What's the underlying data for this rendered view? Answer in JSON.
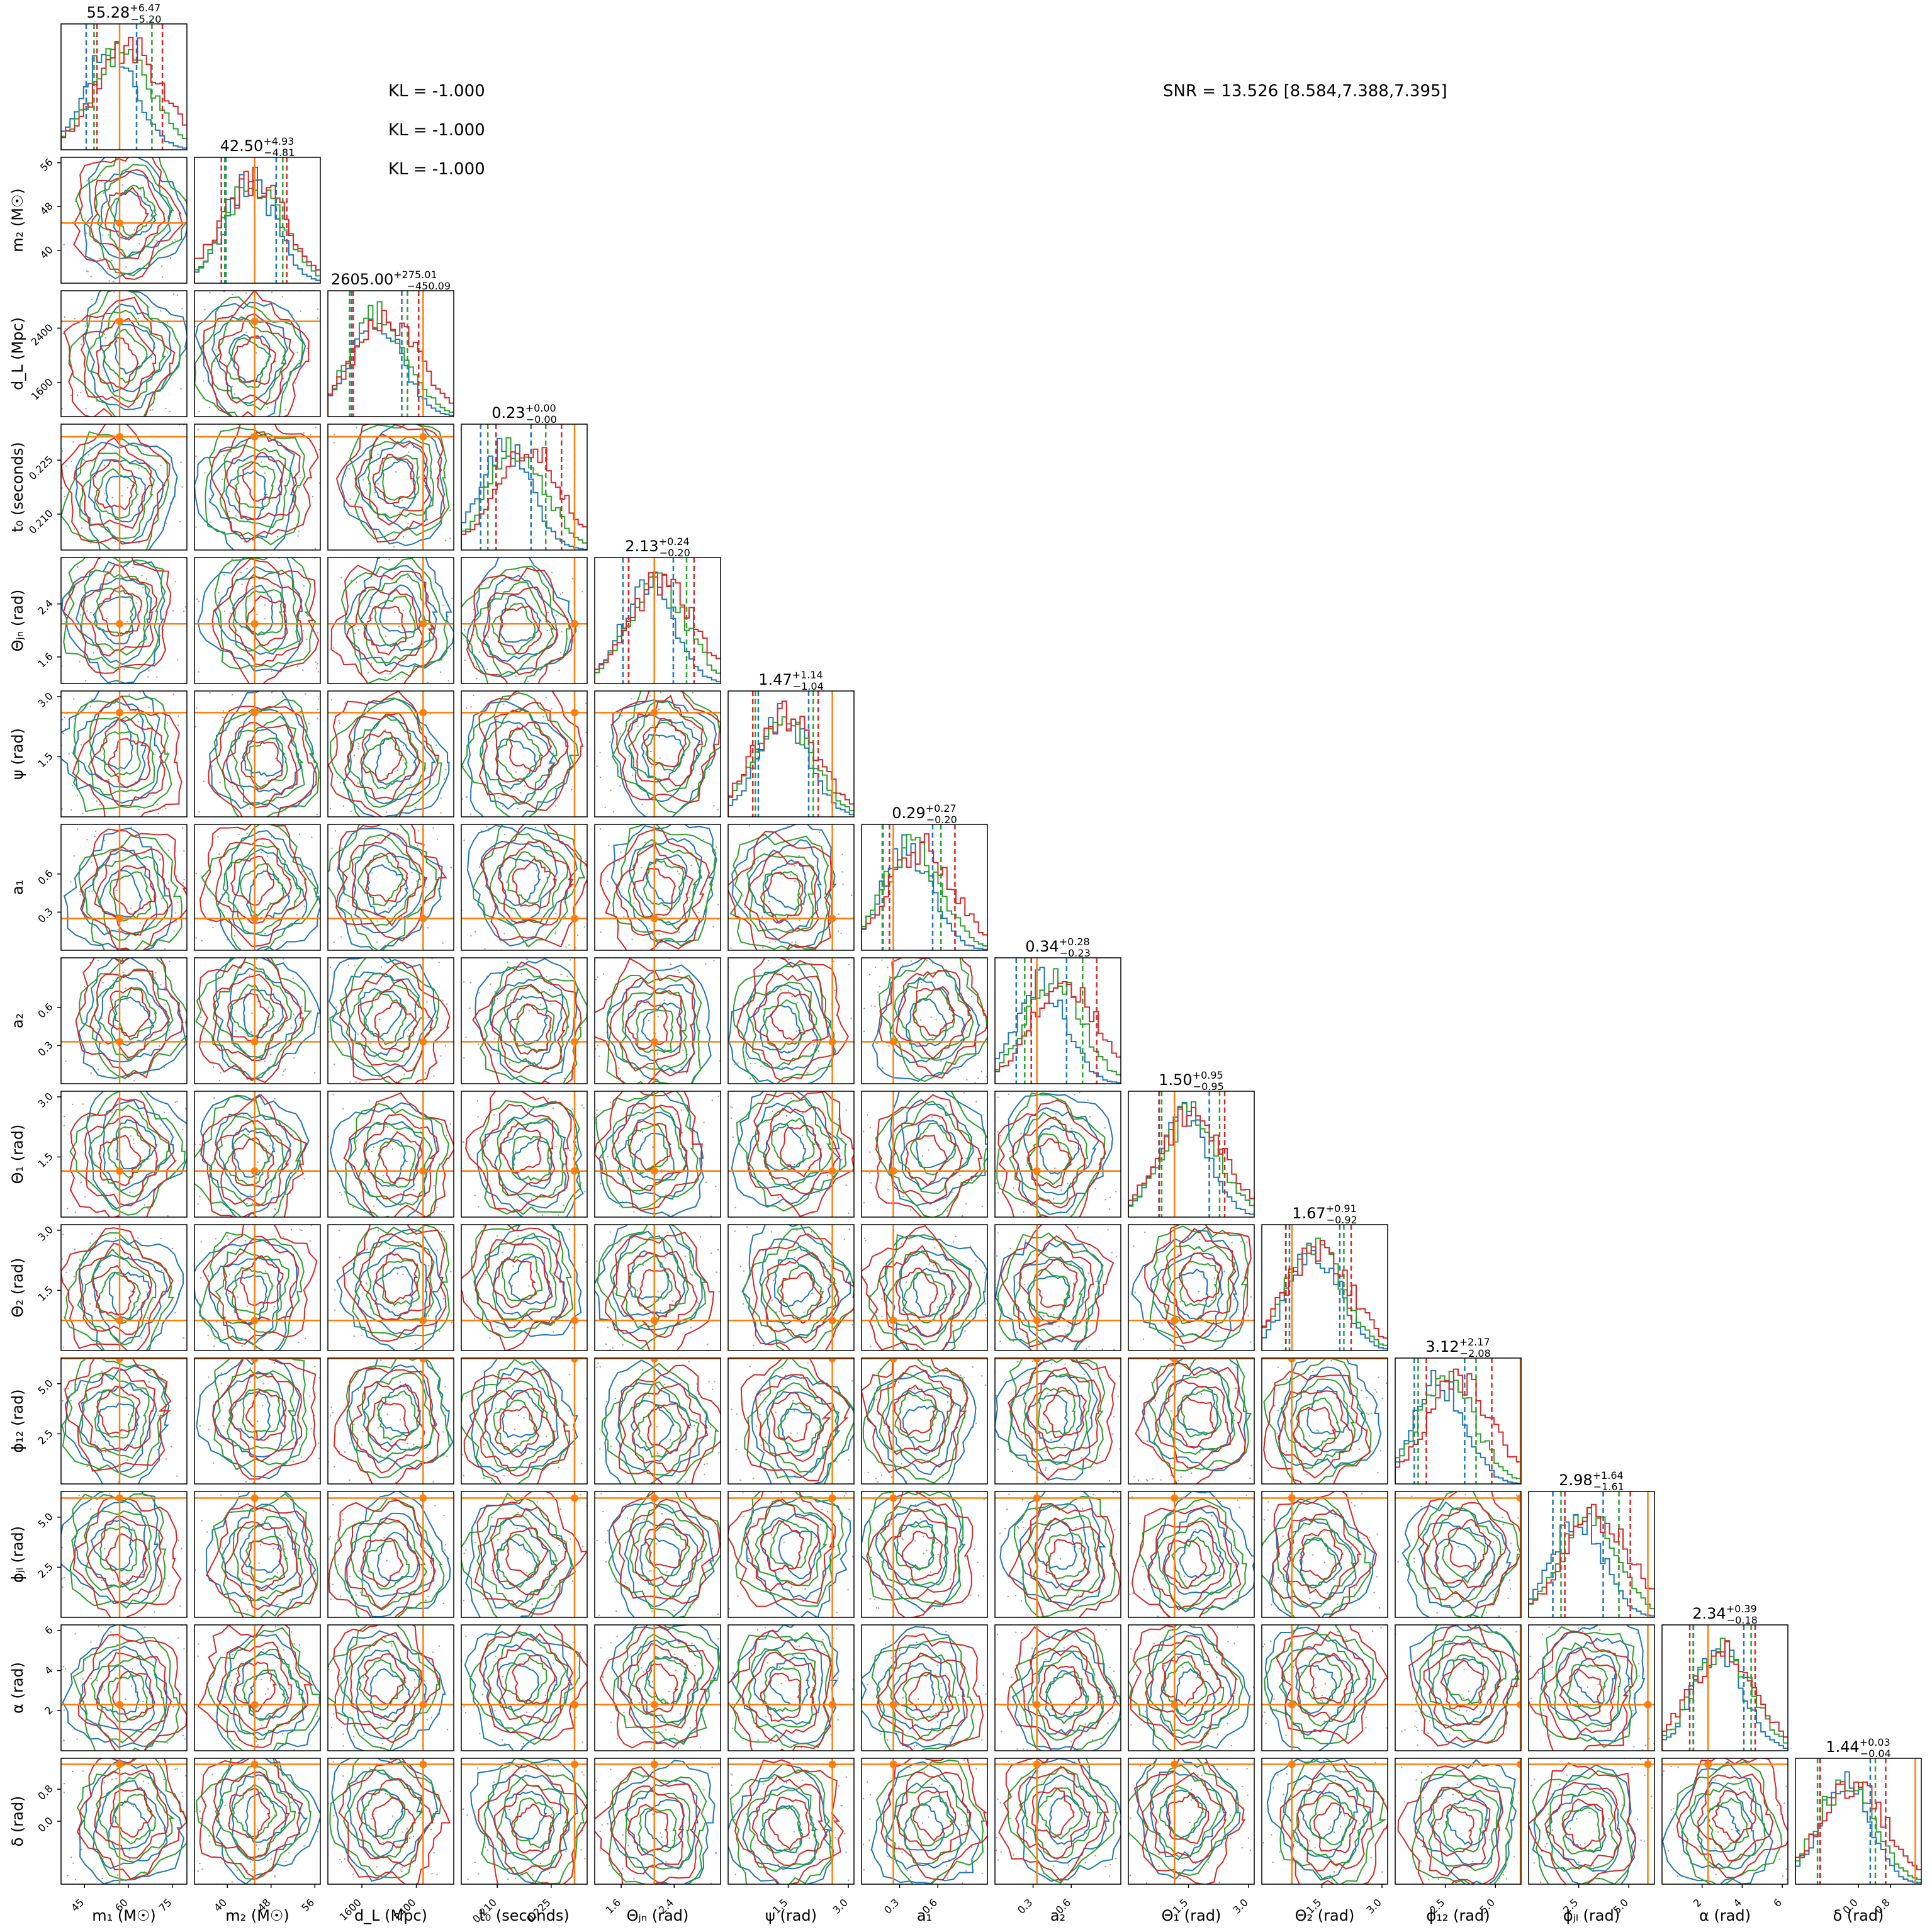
{
  "colors": {
    "c0": "#1f77b4",
    "c1": "#2ca02c",
    "c2": "#d62728",
    "truth": "#ff7f0e",
    "frame": "#000000"
  },
  "annotations": {
    "kl": [
      "KL = -1.000",
      "KL = -1.000",
      "KL = -1.000"
    ],
    "snr": "SNR = 13.526 [8.584,7.388,7.395]"
  },
  "chart_data": {
    "type": "corner",
    "title": "",
    "grid": false,
    "legend": "none",
    "series": [
      {
        "color": "#1f77b4"
      },
      {
        "color": "#2ca02c"
      },
      {
        "color": "#d62728"
      }
    ],
    "parameters": [
      {
        "label": "m₁ (M☉)",
        "range": [
          37,
          80
        ],
        "ticks": [
          45,
          60,
          75
        ],
        "truth": 57,
        "title": {
          "median": "55.28",
          "plus": "+6.47",
          "minus": "−5.20"
        }
      },
      {
        "label": "m₂ (M☉)",
        "range": [
          34,
          57
        ],
        "ticks": [
          40,
          48,
          56
        ],
        "truth": 45,
        "title": {
          "median": "42.50",
          "plus": "+4.93",
          "minus": "−4.81"
        }
      },
      {
        "label": "d_L (Mpc)",
        "range": [
          1100,
          2950
        ],
        "ticks": [
          1600,
          2400
        ],
        "truth": 2500,
        "title": {
          "median": "2605.00",
          "plus": "+275.01",
          "minus": "−450.09"
        }
      },
      {
        "label": "t₀ (seconds)",
        "range": [
          0.2,
          0.235
        ],
        "ticks": [
          0.21,
          0.225
        ],
        "tick_labels": [
          "0.210",
          "0.225"
        ],
        "truth": 0.2315,
        "title": {
          "median": "0.23",
          "plus": "+0.00",
          "minus": "−0.00"
        }
      },
      {
        "label": "Θⱼₙ (rad)",
        "range": [
          1.2,
          3.1
        ],
        "ticks": [
          1.6,
          2.4
        ],
        "truth": 2.1,
        "title": {
          "median": "2.13",
          "plus": "+0.24",
          "minus": "−0.20"
        }
      },
      {
        "label": "ψ (rad)",
        "range": [
          0.0,
          3.14
        ],
        "ticks": [
          1.5,
          3.0
        ],
        "tick_labels": [
          "1.5",
          "3.0"
        ],
        "truth": 2.6,
        "title": {
          "median": "1.47",
          "plus": "+1.14",
          "minus": "−1.04"
        }
      },
      {
        "label": "a₁",
        "range": [
          0.0,
          0.99
        ],
        "ticks": [
          0.3,
          0.6
        ],
        "truth": 0.25,
        "title": {
          "median": "0.29",
          "plus": "+0.27",
          "minus": "−0.20"
        }
      },
      {
        "label": "a₂",
        "range": [
          0.0,
          0.99
        ],
        "ticks": [
          0.3,
          0.6
        ],
        "truth": 0.33,
        "title": {
          "median": "0.34",
          "plus": "+0.28",
          "minus": "−0.23"
        }
      },
      {
        "label": "Θ₁ (rad)",
        "range": [
          0.0,
          3.14
        ],
        "ticks": [
          1.5,
          3.0
        ],
        "tick_labels": [
          "1.5",
          "3.0"
        ],
        "truth": 1.15,
        "title": {
          "median": "1.50",
          "plus": "+0.95",
          "minus": "−0.95"
        }
      },
      {
        "label": "Θ₂ (rad)",
        "range": [
          0.0,
          3.14
        ],
        "ticks": [
          1.5,
          3.0
        ],
        "tick_labels": [
          "1.5",
          "3.0"
        ],
        "truth": 0.75,
        "title": {
          "median": "1.67",
          "plus": "+0.91",
          "minus": "−0.92"
        }
      },
      {
        "label": "ϕ₁₂ (rad)",
        "range": [
          0.0,
          6.28
        ],
        "ticks": [
          2.5,
          5.0
        ],
        "tick_labels": [
          "2.5",
          "5.0"
        ],
        "truth": 6.25,
        "title": {
          "median": "3.12",
          "plus": "+2.17",
          "minus": "−2.08"
        }
      },
      {
        "label": "ϕⱼₗ (rad)",
        "range": [
          0.0,
          6.28
        ],
        "ticks": [
          2.5,
          5.0
        ],
        "tick_labels": [
          "2.5",
          "5.0"
        ],
        "truth": 5.95,
        "title": {
          "median": "2.98",
          "plus": "+1.64",
          "minus": "−1.61"
        }
      },
      {
        "label": "α (rad)",
        "range": [
          0.0,
          6.28
        ],
        "ticks": [
          2,
          4,
          6
        ],
        "truth": 2.3,
        "title": {
          "median": "2.34",
          "plus": "+0.39",
          "minus": "−0.18"
        }
      },
      {
        "label": "δ (rad)",
        "range": [
          -1.57,
          1.57
        ],
        "ticks": [
          0.0,
          0.8
        ],
        "tick_labels": [
          "0.0",
          "0.8"
        ],
        "ylabel_ticks": [
          0.0,
          0.8
        ],
        "ylabel_tick_labels": [
          "0.0",
          "0.8"
        ],
        "truth": 1.42,
        "title": {
          "median": "1.44",
          "plus": "+0.03",
          "minus": "−0.04"
        }
      }
    ]
  }
}
